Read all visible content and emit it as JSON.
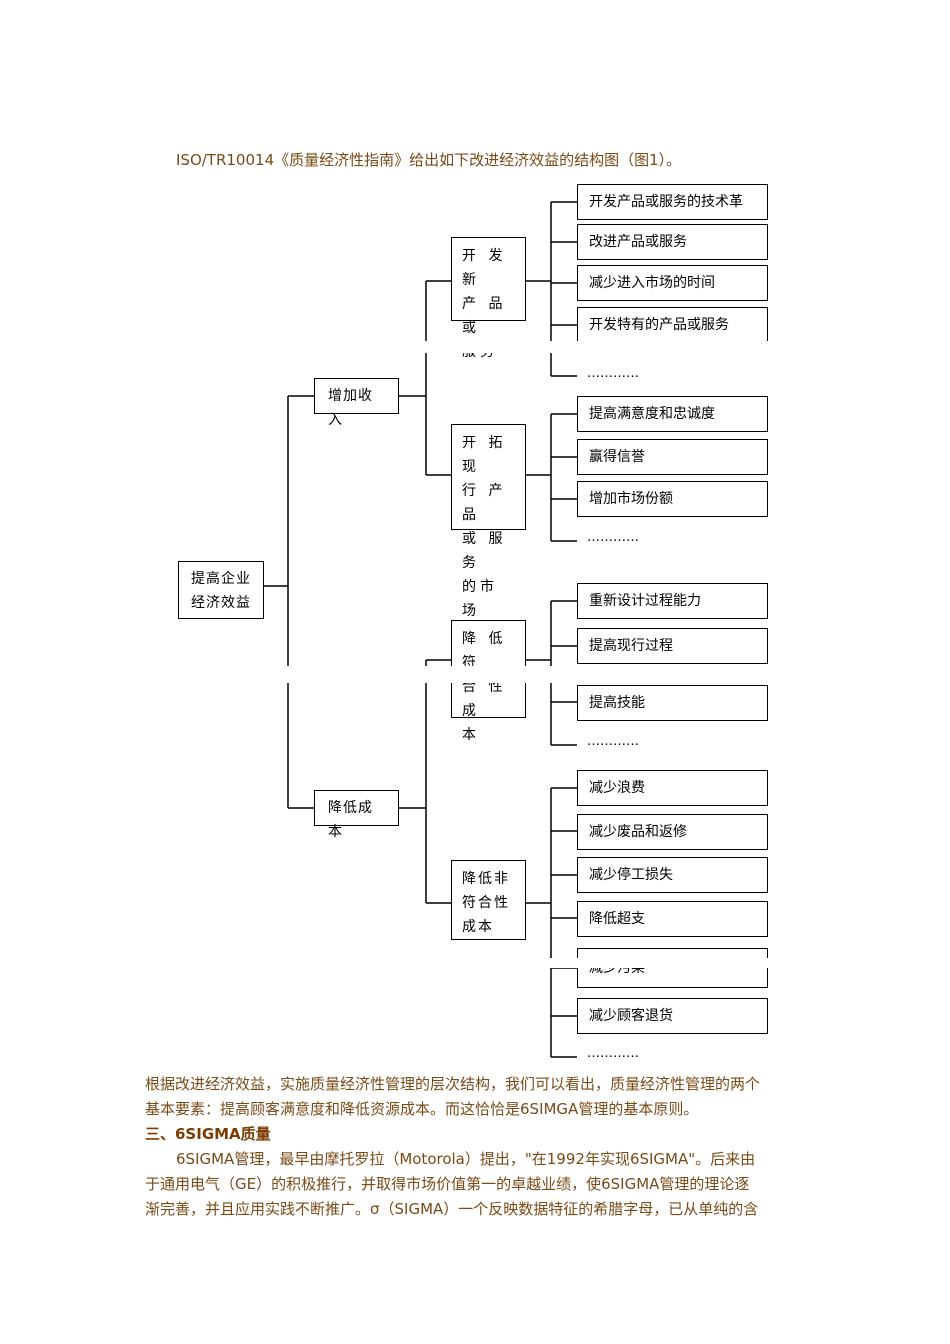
{
  "intro": "ISO/TR10014《质量经济性指南》给出如下改进经济效益的结构图（图1）。",
  "diagram": {
    "root": "提高企业\n经济效益",
    "branches": [
      {
        "label": "增加收入",
        "groups": [
          {
            "label": "开 发 新\n产 品 或\n服务",
            "items": [
              "开发产品或服务的技术革",
              "改进产品或服务",
              "减少进入市场的时间",
              "开发特有的产品或服务"
            ],
            "ellipsis": "…………"
          },
          {
            "label": "开 拓 现\n行 产 品\n或 服 务\n的市场",
            "items": [
              "提高满意度和忠诚度",
              "赢得信誉",
              "增加市场份额"
            ],
            "ellipsis": "…………"
          }
        ]
      },
      {
        "label": "降低成本",
        "groups": [
          {
            "label": "降 低 符\n合 性 成\n本",
            "items": [
              "重新设计过程能力",
              "提高现行过程",
              "提高技能"
            ],
            "ellipsis": "…………"
          },
          {
            "label": "降低非\n符合性\n成本",
            "items": [
              "减少浪费",
              "减少废品和返修",
              "减少停工损失",
              "降低超支",
              "减少污染",
              "减少顾客退货"
            ],
            "ellipsis": "…………"
          }
        ]
      }
    ]
  },
  "paragraph1": [
    "根据改进经济效益，实施质量经济性管理的层次结构，我们可以看出，质量经济性管理的两个",
    "基本要素：提高顾客满意度和降低资源成本。而这恰恰是6SIMGA管理的基本原则。"
  ],
  "section_heading": "三、6SIGMA质量",
  "paragraph2": [
    "6SIGMA管理，最早由摩托罗拉（Motorola）提出，\"在1992年实现6SIGMA\"。后来由",
    "于通用电气（GE）的积极推行，并取得市场价值第一的卓越业绩，使6SIGMA管理的理论逐",
    "渐完善，并且应用实践不断推广。σ（SIGMA）一个反映数据特征的希腊字母，已从单纯的含"
  ]
}
